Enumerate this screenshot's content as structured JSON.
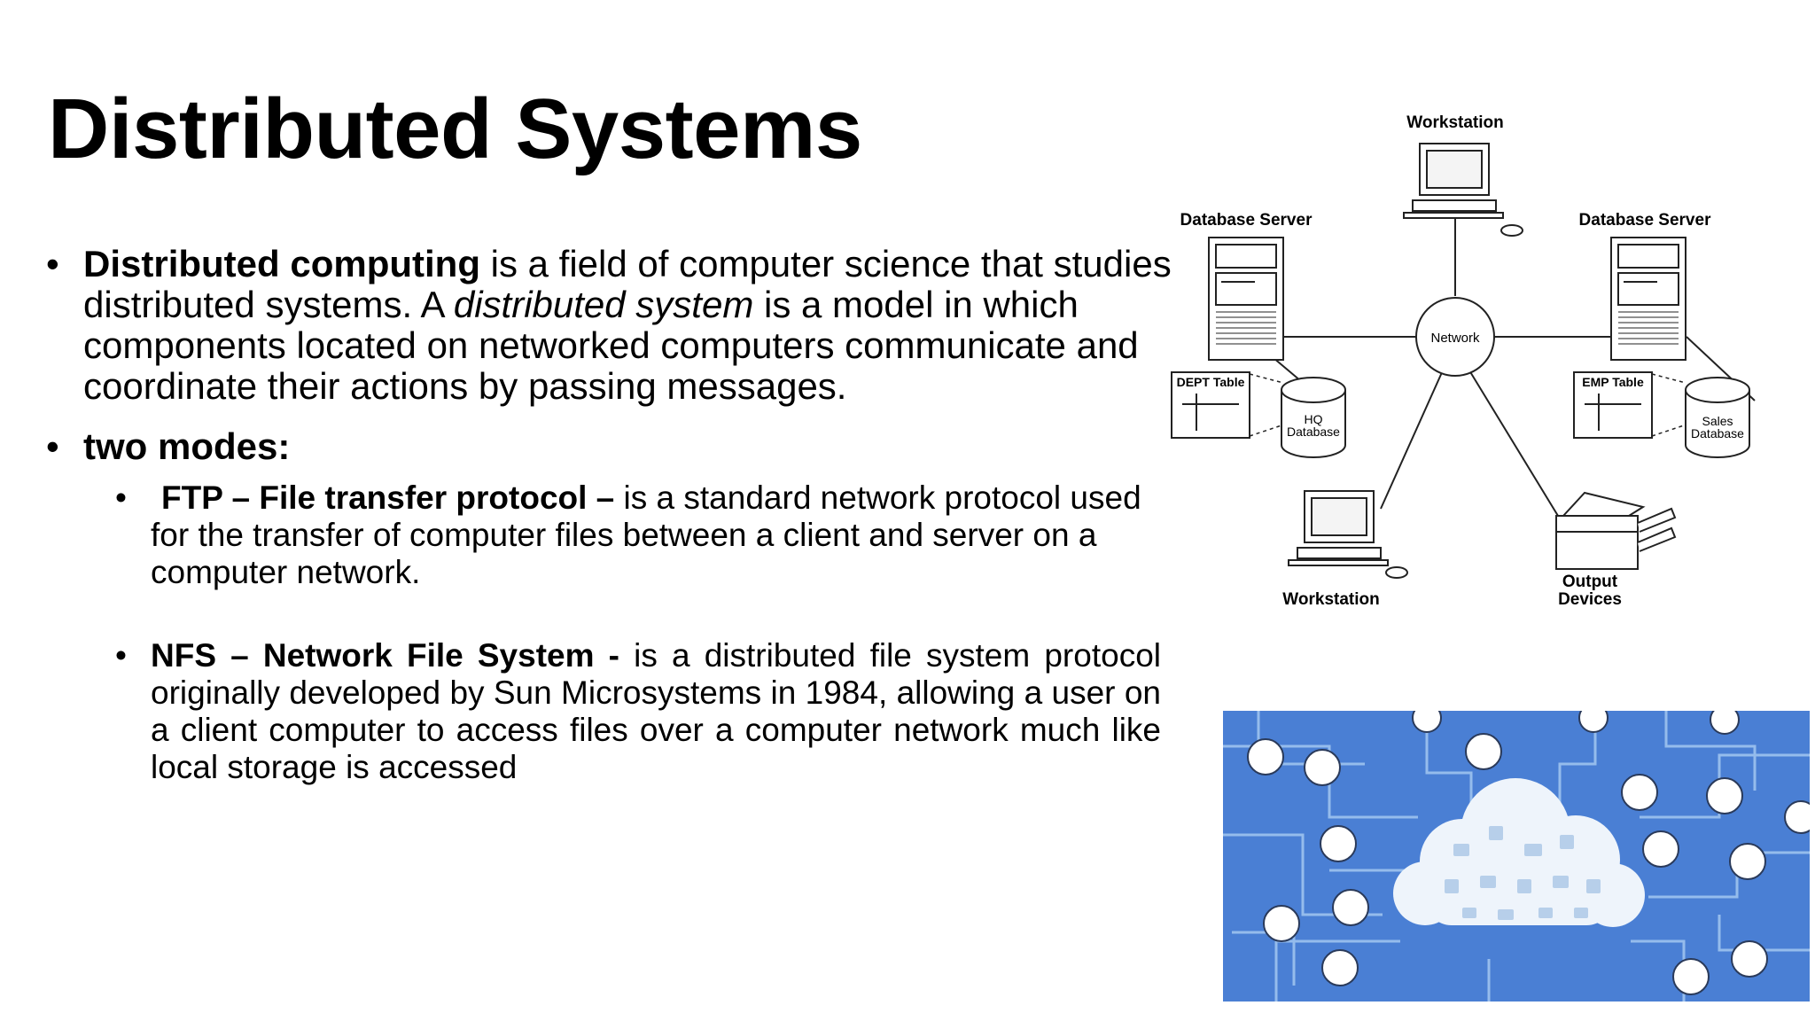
{
  "slide": {
    "title": "Distributed Systems"
  },
  "bullets": {
    "b1_bold": "Distributed computing",
    "b1_text_a": " is a field of computer science that studies distributed systems. A ",
    "b1_italic": "distributed system",
    "b1_text_b": " is a model in which components located on networked computers communicate and coordinate their actions by passing messages.",
    "b2_bold": "two modes:",
    "ftp_bold": "FTP – File transfer protocol –",
    "ftp_text": " is a standard network protocol used for the transfer of computer files between a client and server on a computer network.",
    "nfs_bold": "NFS – Network File System -",
    "nfs_text": " is a distributed file system protocol originally developed by Sun Microsystems in 1984, allowing a user on a client computer to access files over a computer network much like local storage is accessed",
    "bullet_glyph": "•"
  },
  "diagram": {
    "workstation_top": "Workstation",
    "db_server_left": "Database Server",
    "db_server_right": "Database Server",
    "network": "Network",
    "dept_table": "DEPT Table",
    "emp_table": "EMP Table",
    "hq_db_line1": "HQ",
    "hq_db_line2": "Database",
    "sales_db_line1": "Sales",
    "sales_db_line2": "Database",
    "workstation_bottom": "Workstation",
    "output_line1": "Output",
    "output_line2": "Devices"
  },
  "colors": {
    "iot_background": "#4a7fd4",
    "iot_line": "#9ec3ef",
    "cloud": "#eef4fb"
  }
}
